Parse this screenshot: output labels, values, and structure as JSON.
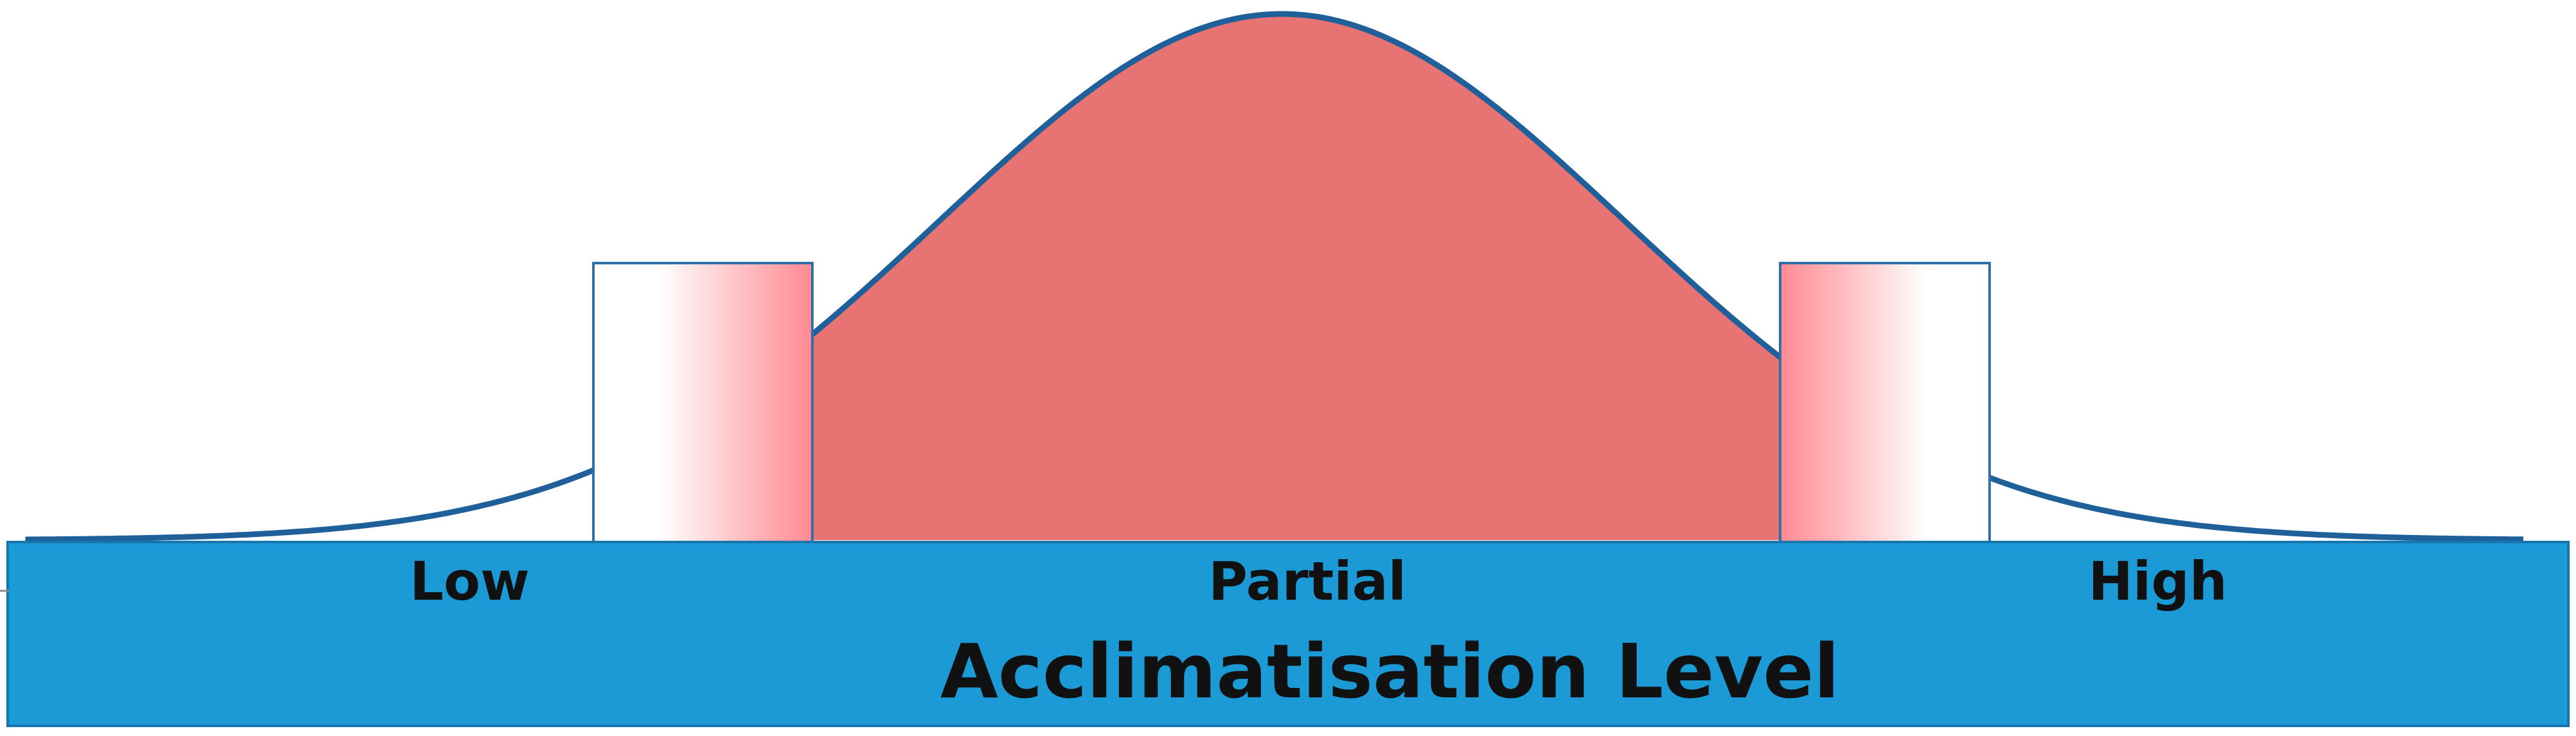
{
  "diagram": {
    "categories": {
      "low": "Low",
      "partial": "Partial",
      "high": "High"
    },
    "axis_title": "Acclimatisation Level"
  },
  "colors": {
    "band": "#1b9ad6",
    "fill": "#e77373",
    "gradient_edge": "#ff8a92",
    "curve": "#1f5f9a",
    "box_border": "#2f6fa8"
  }
}
